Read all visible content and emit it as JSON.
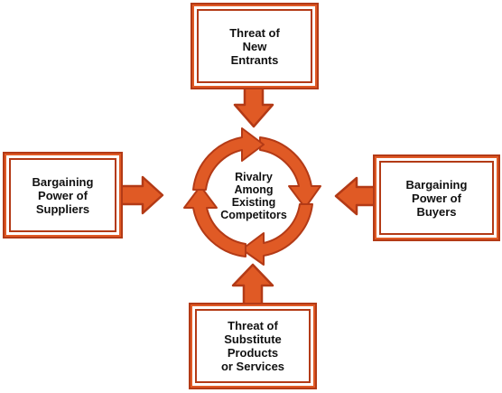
{
  "diagram": {
    "center": {
      "label": "Rivalry\nAmong\nExisting\nCompetitors"
    },
    "top": {
      "label": "Threat of\nNew\nEntrants"
    },
    "left": {
      "label": "Bargaining\nPower of\nSuppliers"
    },
    "right": {
      "label": "Bargaining\nPower of\nBuyers"
    },
    "bottom": {
      "label": "Threat of\nSubstitute\nProducts\nor Services"
    }
  },
  "colors": {
    "accent": "#e05a25",
    "accent_dark": "#b33a16"
  }
}
